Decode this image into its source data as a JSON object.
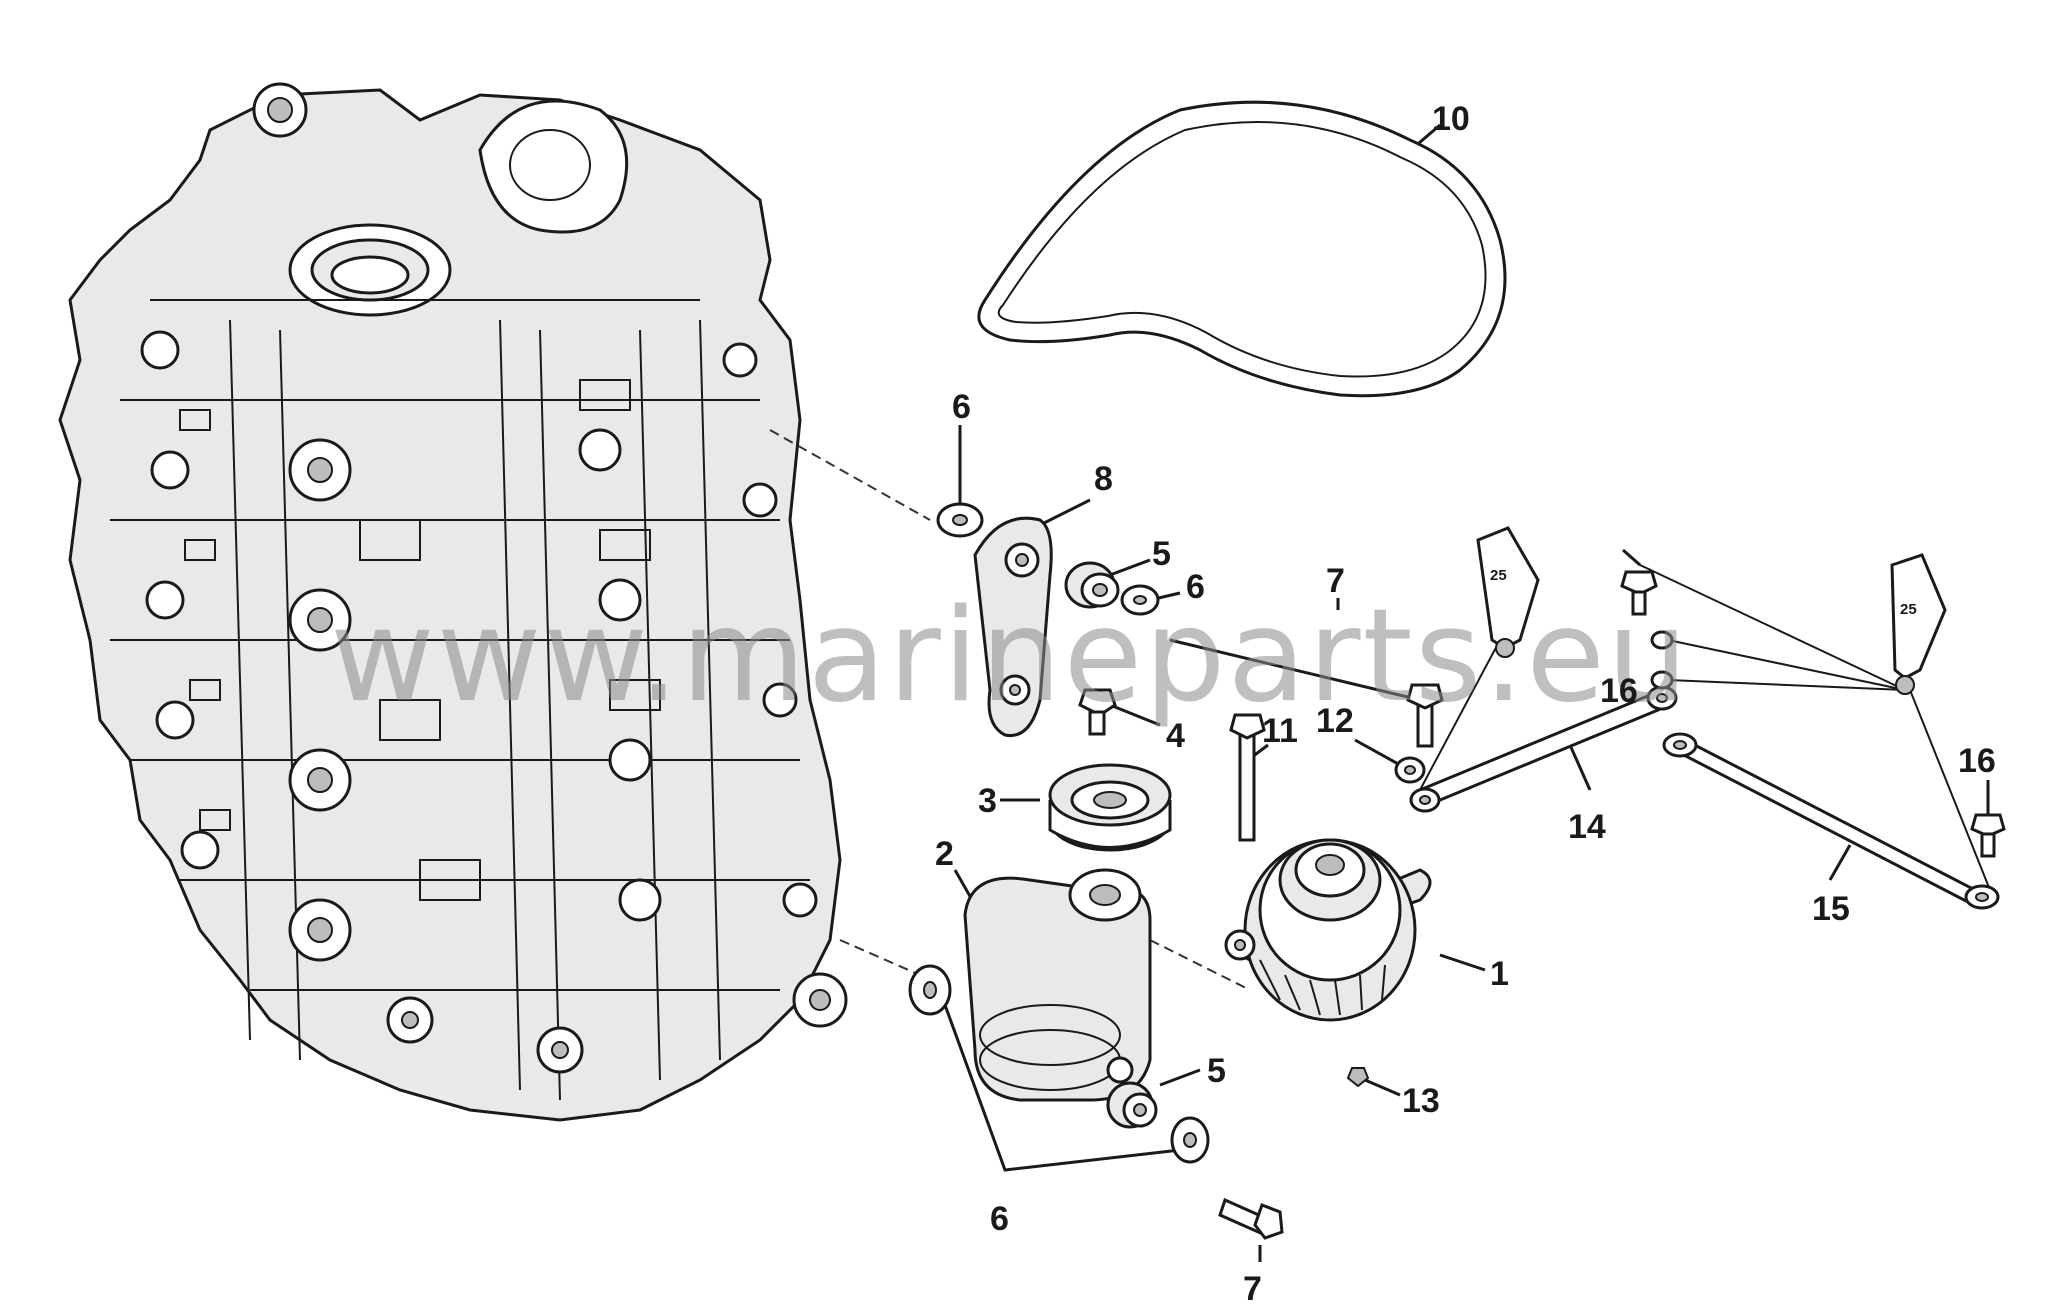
{
  "diagram": {
    "watermark": "www.marineparts.eu",
    "callouts": {
      "c1": "1",
      "c2": "2",
      "c3": "3",
      "c4": "4",
      "c5a": "5",
      "c5b": "5",
      "c6a": "6",
      "c6b": "6",
      "c6c": "6",
      "c7a": "7",
      "c7b": "7",
      "c8": "8",
      "c10": "10",
      "c11": "11",
      "c12": "12",
      "c13": "13",
      "c14": "14",
      "c15": "15",
      "c16a": "16",
      "c16b": "16"
    },
    "tube_labels": {
      "t1": "25",
      "t2": "25"
    }
  }
}
